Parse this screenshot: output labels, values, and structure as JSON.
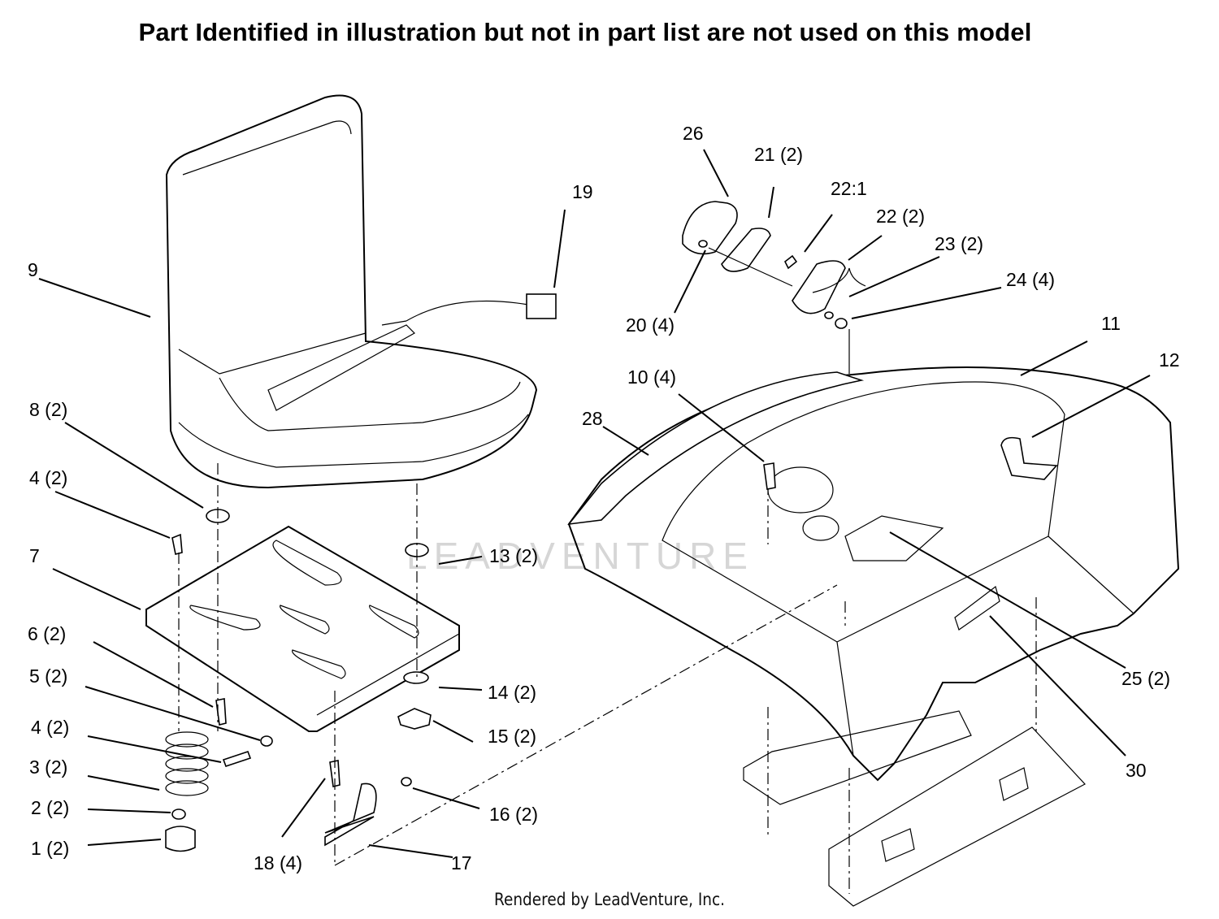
{
  "title": "Part Identified in illustration but not in part list are not used on this model",
  "watermark": "LEADVENTURE",
  "footer": "Rendered by LeadVenture, Inc.",
  "callouts": {
    "c1": "1 (2)",
    "c2": "2 (2)",
    "c3": "3 (2)",
    "c4a": "4 (2)",
    "c4b": "4 (2)",
    "c5": "5 (2)",
    "c6": "6 (2)",
    "c7": "7",
    "c8": "8 (2)",
    "c9": "9",
    "c10": "10 (4)",
    "c11": "11",
    "c12": "12",
    "c13": "13 (2)",
    "c14": "14 (2)",
    "c15": "15 (2)",
    "c16": "16 (2)",
    "c17": "17",
    "c18": "18 (4)",
    "c19": "19",
    "c20": "20 (4)",
    "c21": "21 (2)",
    "c22a": "22:1",
    "c22b": "22 (2)",
    "c23": "23 (2)",
    "c24": "24 (4)",
    "c25": "25 (2)",
    "c26": "26",
    "c28": "28",
    "c30": "30"
  }
}
